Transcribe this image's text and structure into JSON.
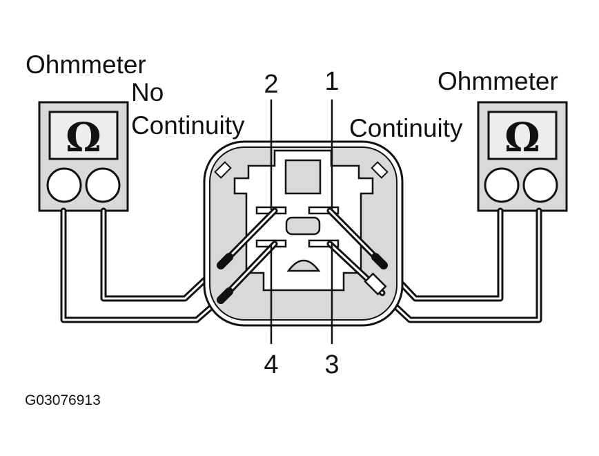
{
  "meters": {
    "left": {
      "title": "Ohmmeter",
      "symbol": "Ω",
      "result_line1": "No",
      "result_line2": "Continuity"
    },
    "right": {
      "title": "Ohmmeter",
      "symbol": "Ω",
      "result": "Continuity"
    }
  },
  "terminals": {
    "t1": "1",
    "t2": "2",
    "t3": "3",
    "t4": "4"
  },
  "figure_code": "G03076913"
}
